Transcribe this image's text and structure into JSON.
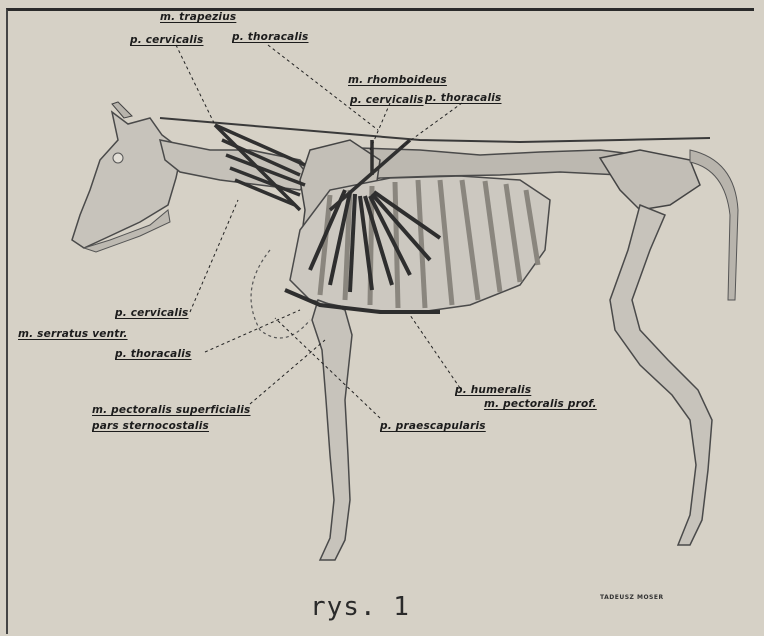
{
  "labels": {
    "m_trapezius": "m. trapezius",
    "trap_cervicalis": "p. cervicalis",
    "trap_thoracalis": "p. thoracalis",
    "m_rhomboideus": "m. rhomboideus",
    "rhomb_cervicalis": "p. cervicalis",
    "rhomb_thoracalis": "p. thoracalis",
    "serr_cervicalis": "p. cervicalis",
    "m_serratus_ventr": "m. serratus ventr.",
    "serr_thoracalis": "p. thoracalis",
    "pect_sup_1": "m. pectoralis superficialis",
    "pect_sup_2": "pars sternocostalis",
    "p_humeralis": "p. humeralis",
    "m_pectoralis_prof": "m. pectoralis prof.",
    "p_praescapularis": "p. praescapularis"
  },
  "caption": "rys. 1",
  "signature": "TADEUSZ MOSER",
  "colors": {
    "paper": "#d6d1c6",
    "bone": "#c9c5bd",
    "muscle": "#3a3a3a",
    "ink": "#1c1c1c"
  }
}
